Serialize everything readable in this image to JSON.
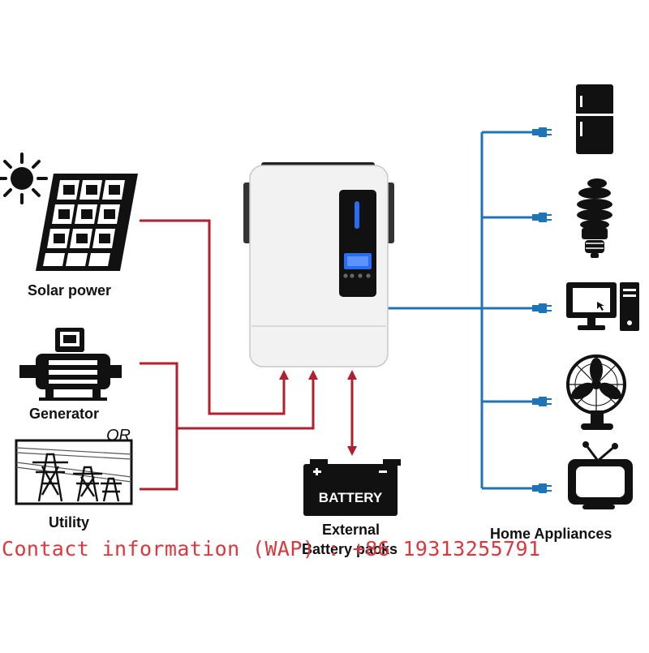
{
  "labels": {
    "solar": "Solar power",
    "generator": "Generator",
    "or": "OR",
    "utility": "Utility",
    "battery_text": "BATTERY",
    "battery_caption_line1": "External",
    "battery_caption_line2": "Battery packs",
    "appliances": "Home Appliances"
  },
  "watermark": "Contact information (WAP) : +86 19313255791",
  "colors": {
    "input_line": "#b0202e",
    "output_line": "#1f74b8",
    "watermark": "#d9383f",
    "inverter_body": "#f2f2f2",
    "display_blue": "#2a6df5"
  },
  "icons": [
    "sun-icon",
    "solar-panel-icon",
    "generator-icon",
    "utility-tower-icon",
    "inverter-icon",
    "battery-icon",
    "fridge-icon",
    "bulb-icon",
    "computer-icon",
    "fan-icon",
    "tv-icon",
    "plug-icon"
  ]
}
